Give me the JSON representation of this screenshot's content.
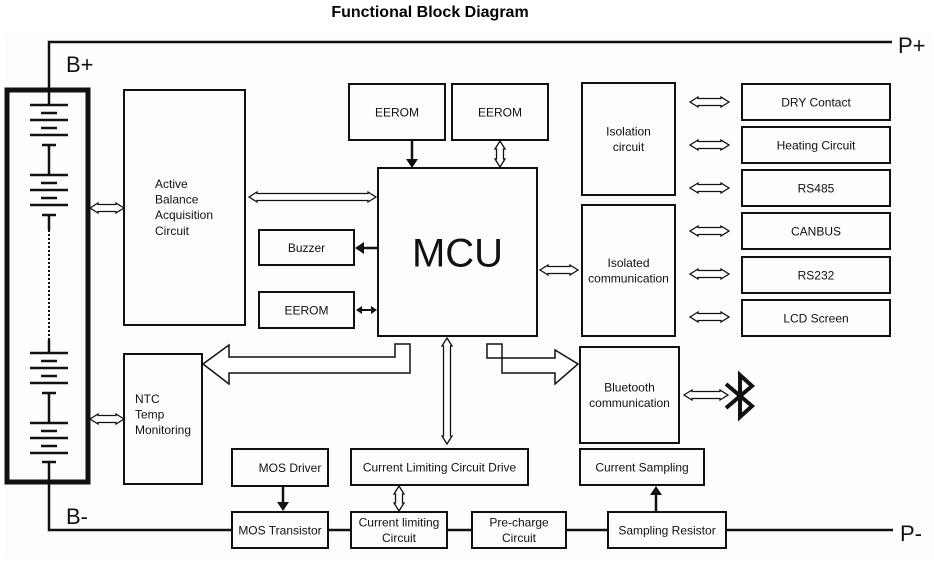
{
  "title": "Functional Block Diagram",
  "terminals": {
    "b_plus": "B+",
    "b_minus": "B-",
    "p_plus": "P+",
    "p_minus": "P-"
  },
  "blocks": {
    "active_balance": [
      "Active",
      "Balance",
      "Acquisition",
      "Circuit"
    ],
    "ntc": [
      "NTC",
      "Temp",
      "Monitoring"
    ],
    "eerom_top_left": [
      "EEROM"
    ],
    "eerom_top_right": [
      "EEROM"
    ],
    "mcu": [
      "MCU"
    ],
    "buzzer": [
      "Buzzer"
    ],
    "eerom_left": [
      "EEROM"
    ],
    "isolation_circuit": [
      "Isolation",
      "circuit"
    ],
    "isolated_communication": [
      "Isolated",
      "communication"
    ],
    "dry_contact": [
      "DRY Contact"
    ],
    "heating_circuit": [
      "Heating Circuit"
    ],
    "rs485": [
      "RS485"
    ],
    "canbus": [
      "CANBUS"
    ],
    "rs232": [
      "RS232"
    ],
    "lcd_screen": [
      "LCD Screen"
    ],
    "bluetooth": [
      "Bluetooth",
      "communication"
    ],
    "mos_driver": [
      "MOS Driver"
    ],
    "current_limiting_drive": [
      "Current Limiting Circuit Drive"
    ],
    "current_sampling": [
      "Current Sampling"
    ],
    "mos_transistor": [
      "MOS Transistor"
    ],
    "current_limiting_circuit": [
      "Current limiting",
      "Circuit"
    ],
    "precharge": [
      "Pre-charge",
      "Circuit"
    ],
    "sampling_resistor": [
      "Sampling Resistor"
    ]
  },
  "icons": {
    "bluetooth_symbol": "bluetooth-icon",
    "battery_pack": "battery-cells-icon"
  }
}
